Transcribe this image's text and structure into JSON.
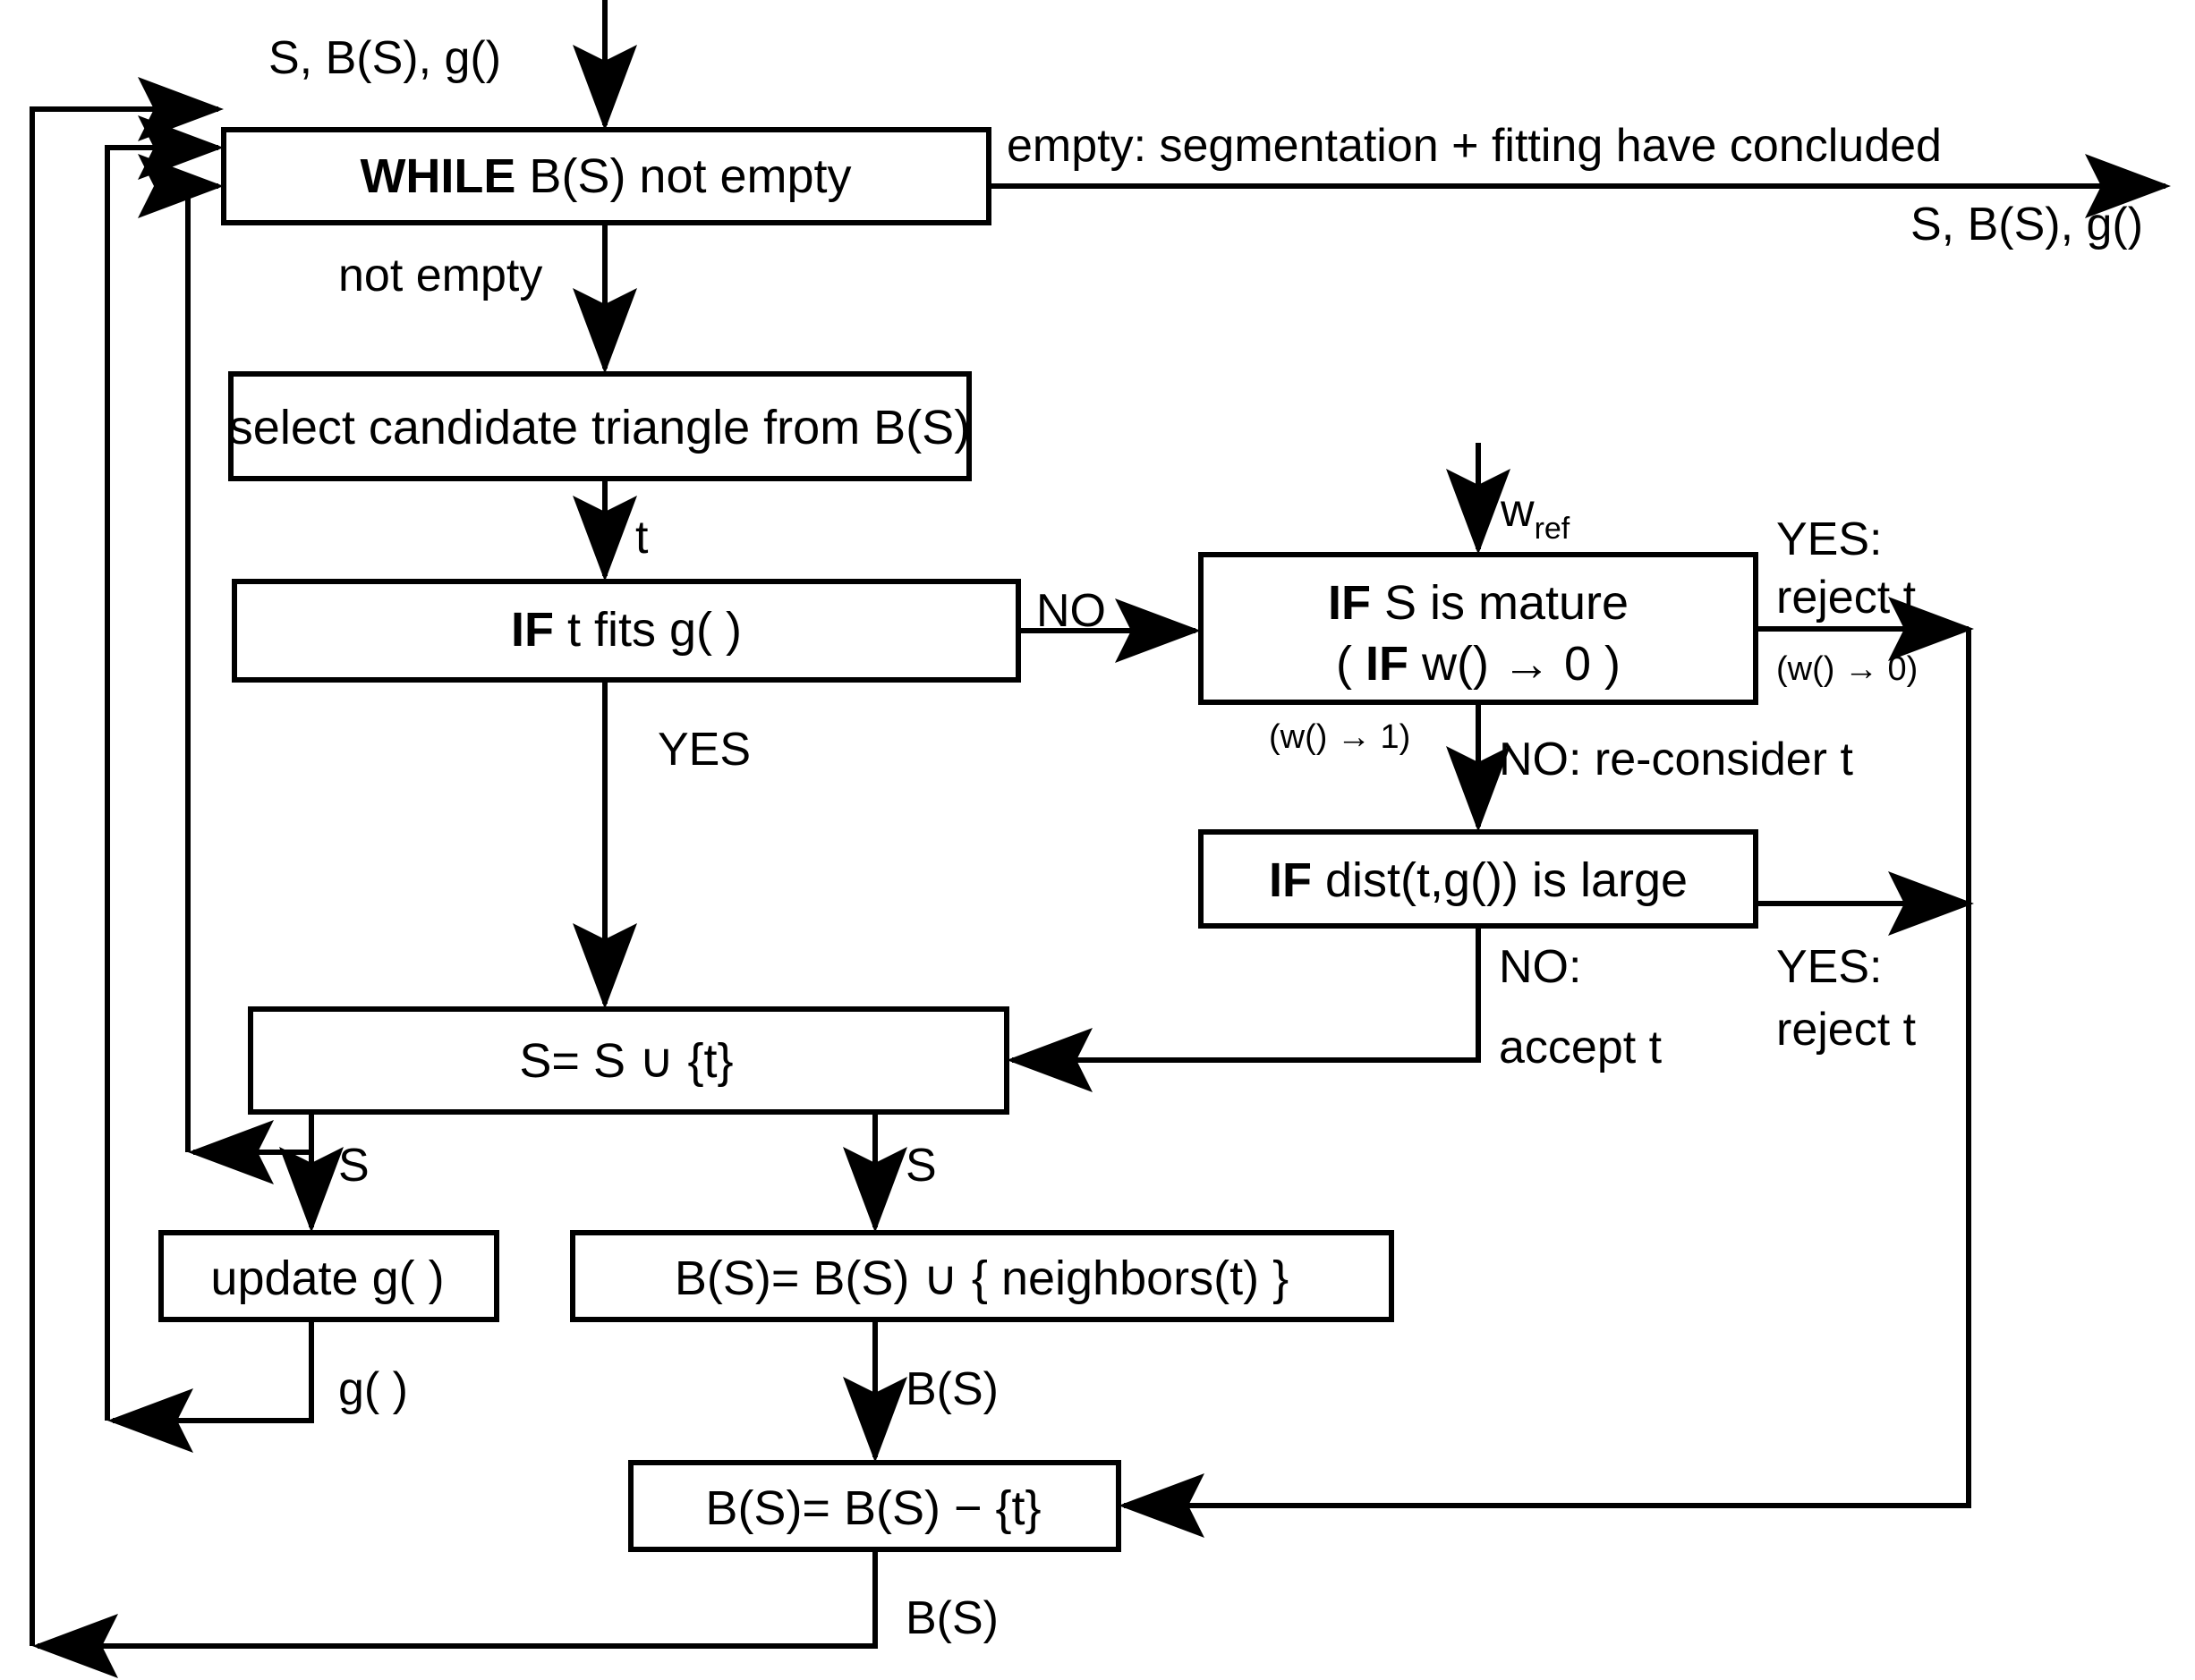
{
  "diagram": {
    "title": "region-growing segmentation and fitting flowchart",
    "colors": {
      "stroke": "#000000",
      "background": "#ffffff",
      "text": "#000000"
    },
    "boxes": {
      "while": {
        "bold": "WHILE",
        "rest": " B(S) not empty"
      },
      "select": "select candidate triangle from B(S)",
      "if_fits": {
        "bold": "IF",
        "rest": " t fits g( )"
      },
      "if_mature_line1": {
        "bold": "IF",
        "rest": " S is mature"
      },
      "if_mature_line2": {
        "pre": "( ",
        "bold": "IF",
        "rest": " w() → 0 )"
      },
      "if_dist": {
        "bold": "IF",
        "rest": " dist(t,g()) is large"
      },
      "s_union": "S= S ∪ {t}",
      "update_g": "update g( )",
      "bs_union": "B(S)= B(S) ∪ { neighbors(t) }",
      "bs_minus": "B(S)= B(S) − {t}"
    },
    "edge_labels": {
      "input_top": "S, B(S), g()",
      "empty_concluded": "empty: segmentation + fitting have concluded",
      "output_right": "S, B(S), g()",
      "not_empty": "not empty",
      "t": "t",
      "no_fits": "NO",
      "yes_fits": "YES",
      "w_ref_base": "w",
      "w_ref_sub": "ref",
      "yes_reject_1": "YES:",
      "yes_reject_2": "reject t",
      "w_to_zero": "(w() → 0)",
      "w_to_one": "(w() → 1)",
      "no_reconsider": "NO: re-consider t",
      "no_accept_1": "NO:",
      "no_accept_2": "accept t",
      "yes_reject2_1": "YES:",
      "yes_reject2_2": "reject t",
      "s_left": "S",
      "s_right": "S",
      "g_out": "g( )",
      "bs_out": "B(S)",
      "bs_bottom": "B(S)"
    }
  }
}
